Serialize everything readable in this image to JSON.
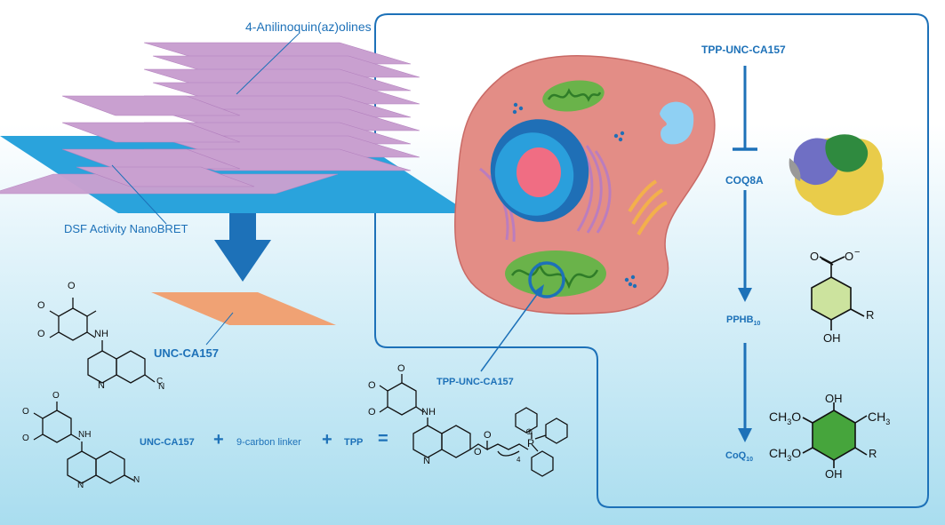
{
  "labels": {
    "anilino": "4-Anilinoquin(az)olines",
    "dsf": "DSF Activity NanoBRET",
    "unc": "UNC-CA157",
    "tpp_cell": "TPP-UNC-CA157"
  },
  "pathway": {
    "tpp": "TPP-UNC-CA157",
    "coq8a": "COQ8A",
    "pphb": "PPHB",
    "pphb_sub": "10",
    "coq": "CoQ",
    "coq_sub": "10"
  },
  "equation": {
    "part1": "UNC-CA157",
    "plus1": "+",
    "part2": "9-carbon linker",
    "plus2": "+",
    "part3": "TPP",
    "equals": "="
  },
  "chem": {
    "o": "O",
    "nh": "NH",
    "n": "N",
    "cn": "C",
    "cn_n": "N",
    "p": "P",
    "plus_sym": "⊕",
    "sub4": "4",
    "minus": "−",
    "r": "R",
    "oh": "OH",
    "ch3o": "CH",
    "three": "3",
    "ch3": "CH"
  },
  "colors": {
    "blue_text": "#1d71b8",
    "sheet_purple": "#c9a0d0",
    "sheet_blue": "#2aa3dc",
    "sheet_orange": "#f0a274",
    "cell_body": "#e38d86",
    "mitochondria": "#6ab34a"
  }
}
